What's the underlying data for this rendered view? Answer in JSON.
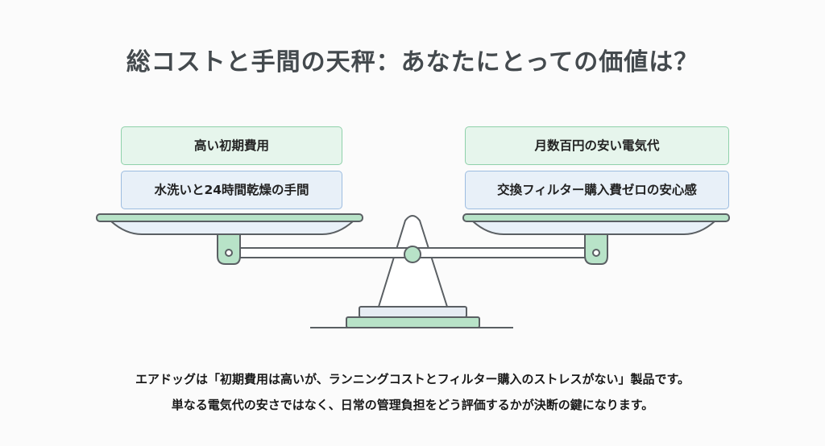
{
  "title": "総コストと手間の天秤：あなたにとっての価値は？",
  "left_pan": {
    "items": [
      {
        "label": "高い初期費用",
        "style": "green"
      },
      {
        "label": "水洗いと24時間乾燥の手間",
        "style": "blue"
      }
    ]
  },
  "right_pan": {
    "items": [
      {
        "label": "月数百円の安い電気代",
        "style": "green"
      },
      {
        "label": "交換フィルター購入費ゼロの安心感",
        "style": "blue"
      }
    ]
  },
  "caption": {
    "line1": "エアドッグは「初期費用は高いが、ランニングコストとフィルター購入のストレスがない」製品です。",
    "line2": "単なる電気代の安さではなく、日常の管理負担をどう評価するかが決断の鍵になります。"
  },
  "colors": {
    "green_fill": "#e6f5ec",
    "green_border": "#8fd1aa",
    "blue_fill": "#e8f0f8",
    "blue_border": "#9dbde0",
    "scale_line": "#5a5f63",
    "scale_green": "#b8e3c8"
  }
}
